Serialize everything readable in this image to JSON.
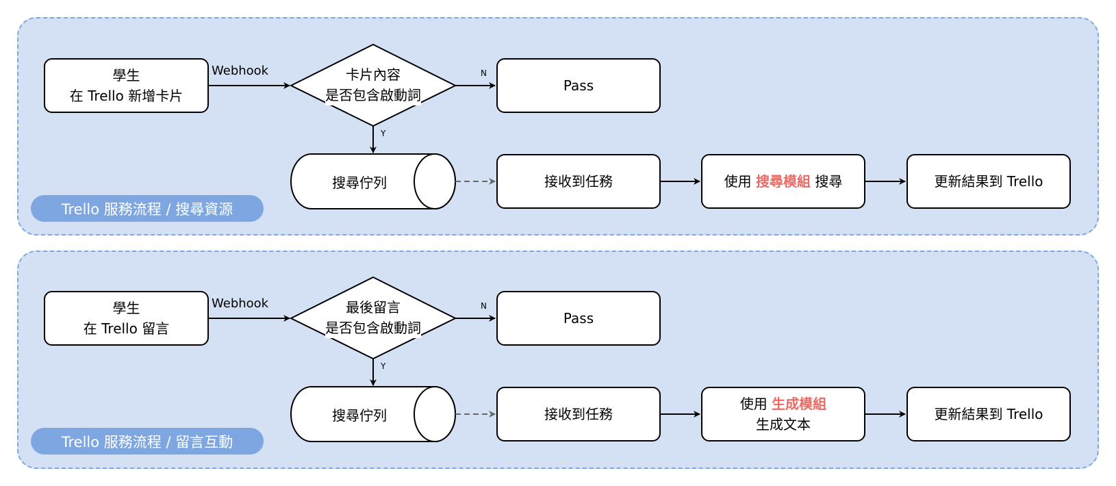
{
  "colors": {
    "lane_bg": "#D4E1F5",
    "lane_border": "#7EA6E0",
    "pill_bg": "#7EA6E0",
    "highlight": "#EA6B66",
    "dashed_arrow": "#666666"
  },
  "flows": [
    {
      "lane_label": "Trello 服務流程 / 搜尋資源",
      "start": {
        "line1": "學生",
        "line2": "在 Trello 新增卡片"
      },
      "trigger_label": "Webhook",
      "decision": {
        "line1": "卡片內容",
        "line2": "是否包含啟動詞"
      },
      "no_label": "N",
      "yes_label": "Y",
      "no_target": "Pass",
      "queue": "搜尋佇列",
      "receive": "接收到任務",
      "module": {
        "prefix": "使用",
        "highlight": "搜尋模組",
        "suffix": "搜尋"
      },
      "update": "更新結果到 Trello"
    },
    {
      "lane_label": "Trello 服務流程 / 留言互動",
      "start": {
        "line1": "學生",
        "line2": "在 Trello 留言"
      },
      "trigger_label": "Webhook",
      "decision": {
        "line1": "最後留言",
        "line2": "是否包含啟動詞"
      },
      "no_label": "N",
      "yes_label": "Y",
      "no_target": "Pass",
      "queue": "搜尋佇列",
      "receive": "接收到任務",
      "module": {
        "prefix": "使用",
        "highlight": "生成模組",
        "suffix": "生成文本"
      },
      "update": "更新結果到 Trello"
    }
  ]
}
